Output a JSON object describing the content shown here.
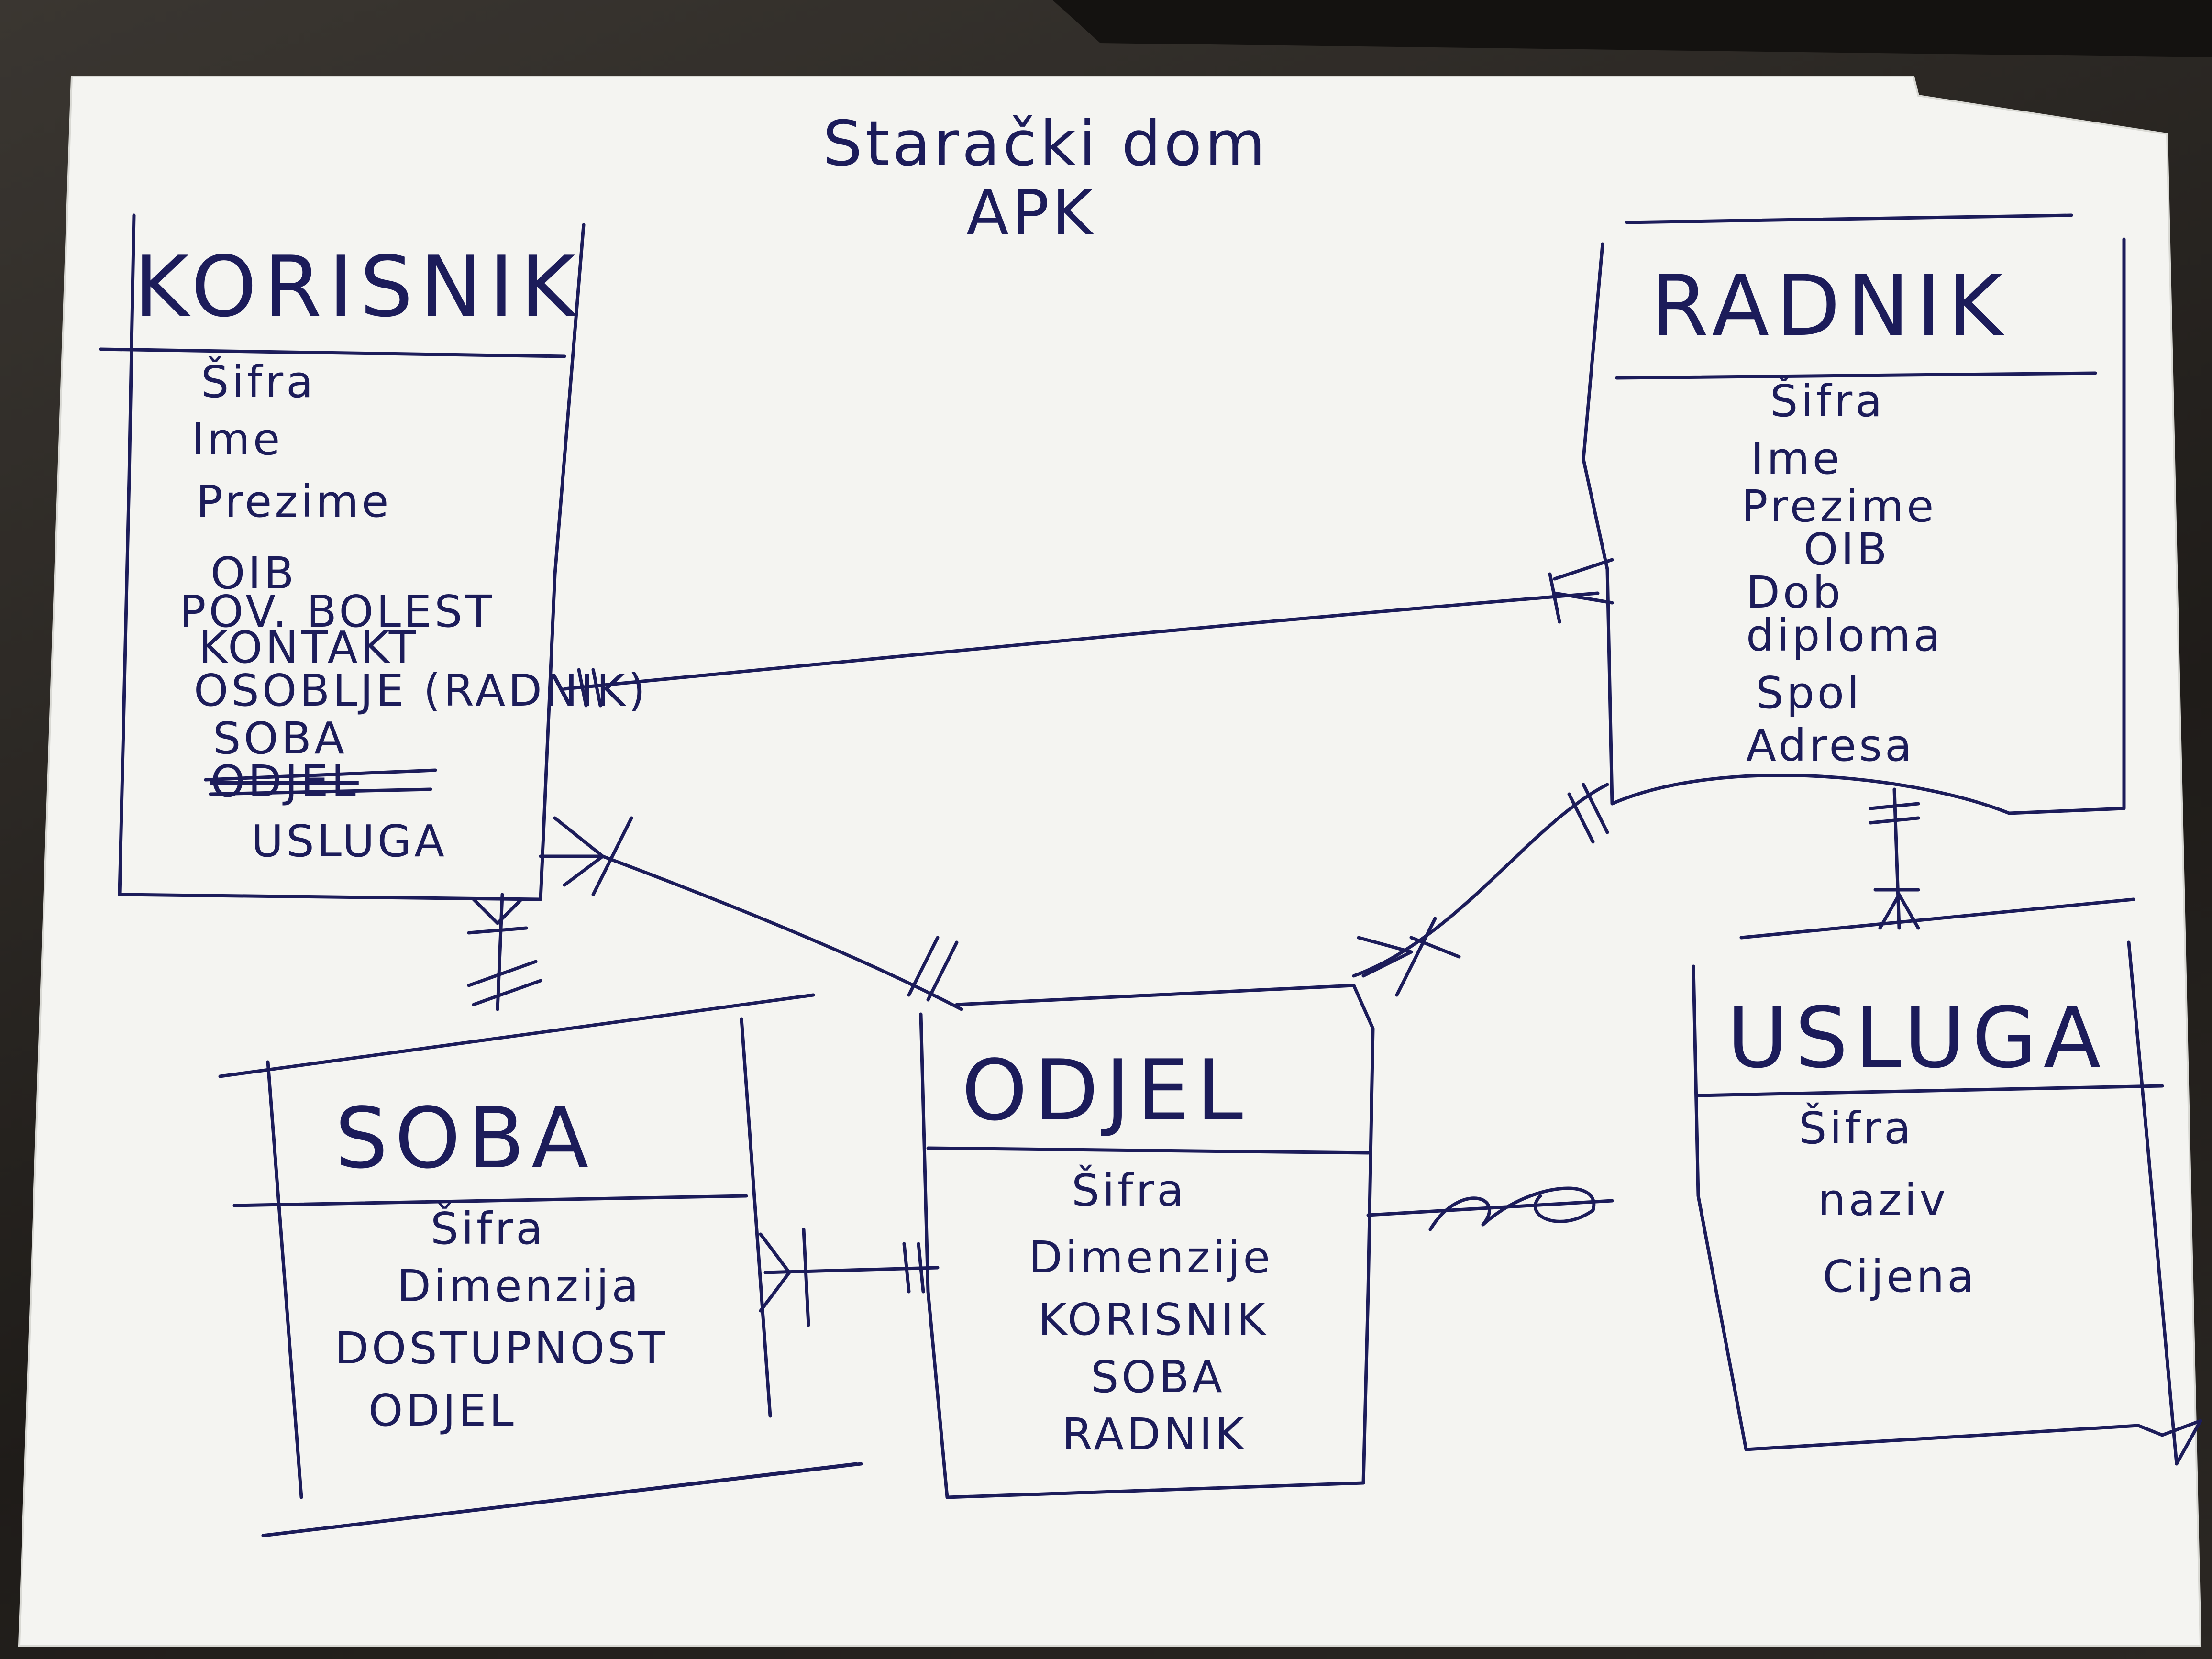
{
  "title": {
    "line1": "Starački dom",
    "line2": "APK"
  },
  "entities": [
    {
      "id": "korisnik",
      "name": "KORISNIK",
      "attributes": [
        {
          "text": "Šifra",
          "crossed": false
        },
        {
          "text": "Ime",
          "crossed": false
        },
        {
          "text": "Prezime",
          "crossed": false
        },
        {
          "text": "OIB",
          "crossed": false
        },
        {
          "text": "POV. BOLEST",
          "crossed": false
        },
        {
          "text": "KONTAKT",
          "crossed": false
        },
        {
          "text": "OSOBLJE (RADNIK)",
          "crossed": false
        },
        {
          "text": "SOBA",
          "crossed": false
        },
        {
          "text": "ODJEL",
          "crossed": true
        },
        {
          "text": "USLUGA",
          "crossed": false
        }
      ]
    },
    {
      "id": "radnik",
      "name": "RADNIK",
      "attributes": [
        {
          "text": "Šifra",
          "crossed": false
        },
        {
          "text": "Ime",
          "crossed": false
        },
        {
          "text": "Prezime",
          "crossed": false
        },
        {
          "text": "OIB",
          "crossed": false
        },
        {
          "text": "Dob",
          "crossed": false
        },
        {
          "text": "diploma",
          "crossed": false
        },
        {
          "text": "Spol",
          "crossed": false
        },
        {
          "text": "Adresa",
          "crossed": false
        }
      ]
    },
    {
      "id": "soba",
      "name": "SOBA",
      "attributes": [
        {
          "text": "Šifra",
          "crossed": false
        },
        {
          "text": "Dimenzija",
          "crossed": false
        },
        {
          "text": "DOSTUPNOST",
          "crossed": false
        },
        {
          "text": "ODJEL",
          "crossed": false
        }
      ]
    },
    {
      "id": "odjel",
      "name": "ODJEL",
      "attributes": [
        {
          "text": "Šifra",
          "crossed": false
        },
        {
          "text": "Dimenzije",
          "crossed": false
        },
        {
          "text": "KORISNIK",
          "crossed": false
        },
        {
          "text": "SOBA",
          "crossed": false
        },
        {
          "text": "RADNIK",
          "crossed": false
        }
      ]
    },
    {
      "id": "usluga",
      "name": "USLUGA",
      "attributes": [
        {
          "text": "Šifra",
          "crossed": false
        },
        {
          "text": "naziv",
          "crossed": false
        },
        {
          "text": "Cijena",
          "crossed": false
        }
      ]
    }
  ],
  "relationships": [
    {
      "from": "korisnik",
      "to": "radnik",
      "from_end": "one",
      "to_end": "many"
    },
    {
      "from": "korisnik",
      "to": "soba",
      "from_end": "many",
      "to_end": "one"
    },
    {
      "from": "korisnik",
      "to": "odjel",
      "from_end": "many",
      "to_end": "one"
    },
    {
      "from": "soba",
      "to": "odjel",
      "from_end": "many",
      "to_end": "one"
    },
    {
      "from": "odjel",
      "to": "radnik",
      "from_end": "many",
      "to_end": "one"
    },
    {
      "from": "radnik",
      "to": "usluga",
      "from_end": "one",
      "to_end": "many"
    }
  ],
  "colors": {
    "ink": "#1c1c5a",
    "paper": "#f4f4f1"
  }
}
